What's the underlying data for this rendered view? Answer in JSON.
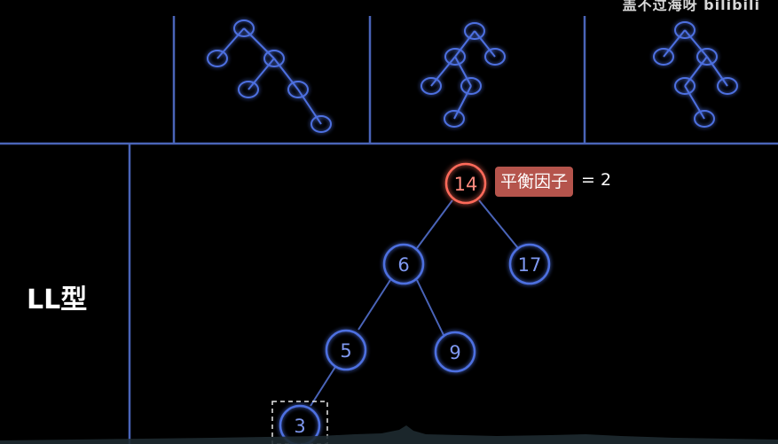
{
  "watermark": "盖不过海呀 bilibili",
  "section_label": "LL型",
  "balance_factor": {
    "label": "平衡因子",
    "value_text": "= 2"
  },
  "colors": {
    "background": "#000000",
    "line": "#4a64b8",
    "node_stroke": "#4d6fe0",
    "node_glow": "#3a5cff",
    "unbalanced_stroke": "#ff6a5a",
    "badge_bg": "#b5544c"
  },
  "main_tree": {
    "nodes": [
      {
        "id": "n14",
        "label": "14",
        "unbalanced": true
      },
      {
        "id": "n6",
        "label": "6"
      },
      {
        "id": "n17",
        "label": "17"
      },
      {
        "id": "n5",
        "label": "5"
      },
      {
        "id": "n9",
        "label": "9"
      },
      {
        "id": "n3",
        "label": "3",
        "highlighted": true
      }
    ],
    "edges": [
      [
        "n14",
        "n6"
      ],
      [
        "n14",
        "n17"
      ],
      [
        "n6",
        "n5"
      ],
      [
        "n6",
        "n9"
      ],
      [
        "n5",
        "n3"
      ]
    ]
  },
  "thumbnail_trees": [
    {
      "name": "thumb-tree-1"
    },
    {
      "name": "thumb-tree-2"
    },
    {
      "name": "thumb-tree-3"
    }
  ]
}
